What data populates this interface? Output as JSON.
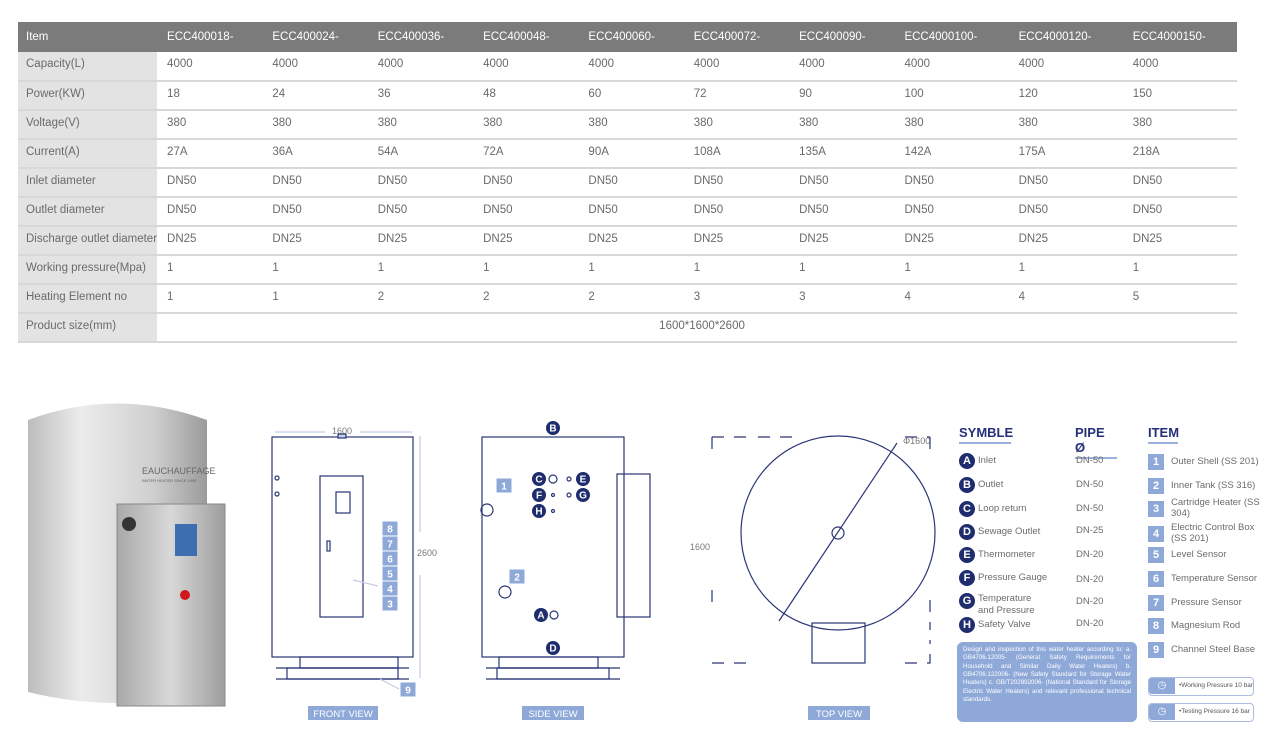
{
  "table": {
    "header": [
      "Item",
      "ECC400018-",
      "ECC400024-",
      "ECC400036-",
      "ECC400048-",
      "ECC400060-",
      "ECC400072-",
      "ECC400090-",
      "ECC4000100-",
      "ECC4000120-",
      "ECC4000150-"
    ],
    "rows": [
      {
        "label": "Capacity(L)",
        "values": [
          "4000",
          "4000",
          "4000",
          "4000",
          "4000",
          "4000",
          "4000",
          "4000",
          "4000",
          "4000"
        ]
      },
      {
        "label": "Power(KW)",
        "values": [
          "18",
          "24",
          "36",
          "48",
          "60",
          "72",
          "90",
          "100",
          "120",
          "150"
        ]
      },
      {
        "label": "Voltage(V)",
        "values": [
          "380",
          "380",
          "380",
          "380",
          "380",
          "380",
          "380",
          "380",
          "380",
          "380"
        ]
      },
      {
        "label": "Current(A)",
        "values": [
          "27A",
          "36A",
          "54A",
          "72A",
          "90A",
          "108A",
          "135A",
          "142A",
          "175A",
          "218A"
        ]
      },
      {
        "label": "Inlet diameter",
        "values": [
          "DN50",
          "DN50",
          "DN50",
          "DN50",
          "DN50",
          "DN50",
          "DN50",
          "DN50",
          "DN50",
          "DN50"
        ]
      },
      {
        "label": "Outlet diameter",
        "values": [
          "DN50",
          "DN50",
          "DN50",
          "DN50",
          "DN50",
          "DN50",
          "DN50",
          "DN50",
          "DN50",
          "DN50"
        ]
      },
      {
        "label": "Discharge outlet diameter",
        "values": [
          "DN25",
          "DN25",
          "DN25",
          "DN25",
          "DN25",
          "DN25",
          "DN25",
          "DN25",
          "DN25",
          "DN25"
        ]
      },
      {
        "label": "Working pressure(Mpa)",
        "values": [
          "1",
          "1",
          "1",
          "1",
          "1",
          "1",
          "1",
          "1",
          "1",
          "1"
        ]
      },
      {
        "label": "Heating Element no",
        "values": [
          "1",
          "1",
          "2",
          "2",
          "2",
          "3",
          "3",
          "4",
          "4",
          "5"
        ]
      }
    ],
    "product_size": {
      "label": "Product size(mm)",
      "value": "1600*1600*2600"
    }
  },
  "photo": {
    "brand": "EAUCHAUFFAGE",
    "tagline": "WATER HEATER SINCE 1998"
  },
  "drawings": {
    "front": {
      "title": "FRONT VIEW",
      "width": "1600",
      "height": "2600",
      "badges": [
        "8",
        "7",
        "6",
        "5",
        "4",
        "3"
      ],
      "base_badge": "9"
    },
    "side": {
      "title": "SIDE VIEW",
      "badges": [
        "1",
        "2"
      ]
    },
    "top": {
      "title": "TOP VIEW",
      "diameter": "Φ1600",
      "side": "1600"
    }
  },
  "legend": {
    "symble_title": "SYMBLE",
    "pipe_title": "PIPE Ø",
    "item_title": "ITEM",
    "symbols": [
      {
        "key": "A",
        "name": "Inlet",
        "pipe": "DN-50"
      },
      {
        "key": "B",
        "name": "Outlet",
        "pipe": "DN-50"
      },
      {
        "key": "C",
        "name": "Loop return",
        "pipe": "DN-50"
      },
      {
        "key": "D",
        "name": "Sewage Outlet",
        "pipe": "DN-25"
      },
      {
        "key": "E",
        "name": "Thermometer",
        "pipe": "DN-20"
      },
      {
        "key": "F",
        "name": "Pressure Gauge",
        "pipe": "DN-20"
      },
      {
        "key": "G",
        "name": "Temperature and Pressure",
        "pipe": "DN-20"
      },
      {
        "key": "H",
        "name": "Safety Valve",
        "pipe": "DN-20"
      }
    ],
    "items": [
      {
        "no": "1",
        "name": "Outer Shell (SS 201)"
      },
      {
        "no": "2",
        "name": "Inner Tank (SS 316)"
      },
      {
        "no": "3",
        "name": "Cartridge Heater (SS 304)"
      },
      {
        "no": "4",
        "name": "Electric Control Box (SS 201)"
      },
      {
        "no": "5",
        "name": "Level Sensor"
      },
      {
        "no": "6",
        "name": "Temperature Sensor"
      },
      {
        "no": "7",
        "name": "Pressure Sensor"
      },
      {
        "no": "8",
        "name": "Magnesium Rod"
      },
      {
        "no": "9",
        "name": "Channel Steel Base"
      }
    ],
    "note": "Design and inspection of this water heater according to: a. GB4706.12005- (General Safety Requirements for Household and Similar Daily Water Heaters) b. GB4706.122006- (New Safety Standard for Storage Water Heaters) c. GB/T202892006- (National Standard for Storage Electric Water Heaters) and relevant professional technical standards.",
    "pressures": [
      "•Working Pressure 10 bar",
      "•Testing Pressure 16 bar"
    ]
  },
  "colors": {
    "navy": "#1f2c6e",
    "light_blue": "#8ea8d8",
    "header_gray": "#7b7b7b"
  }
}
